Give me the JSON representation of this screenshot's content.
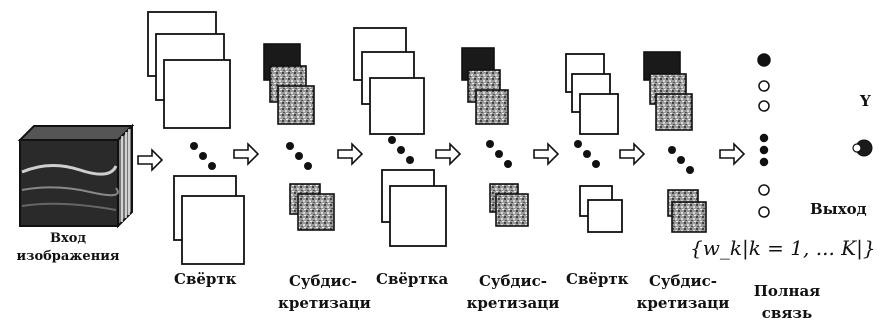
{
  "labels": {
    "input_line1": "Вход",
    "input_line2": "изображения",
    "conv1": "Свёртк",
    "subsampling1_line1": "Субдис-",
    "subsampling1_line2": "кретизаци",
    "conv2": "Свёртка",
    "subsampling2_line1": "Субдис-",
    "subsampling2_line2": "кретизаци",
    "conv3": "Свёртк",
    "subsampling3_line1": "Субдис-",
    "subsampling3_line2": "кретизаци",
    "full_line1": "Полная",
    "full_line2": "связь",
    "output_y": "Y",
    "output": "Выход",
    "weights_formula": "{w_k|k = 1, ... K|}"
  },
  "colors": {
    "stroke": "#111111",
    "dark_map": "#1a1a1a",
    "texture_map": "#8a8a8a"
  }
}
